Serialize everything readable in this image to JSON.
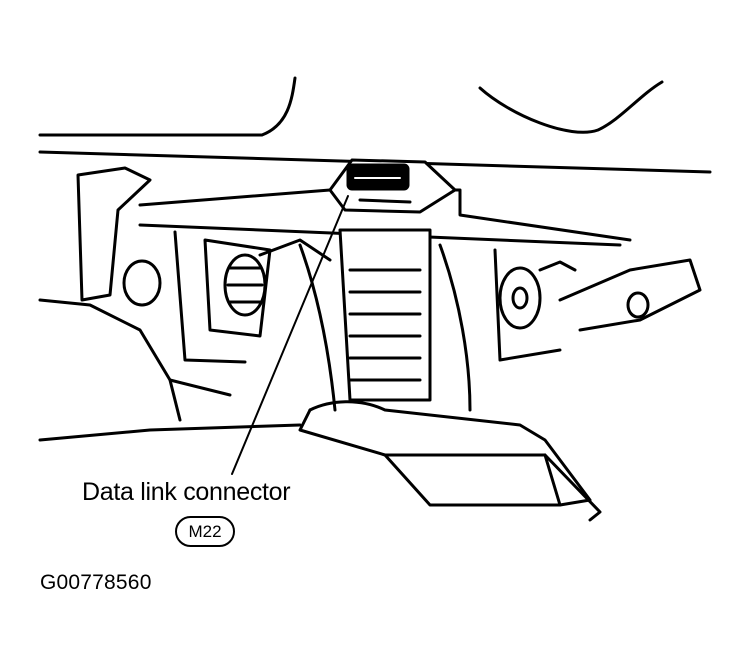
{
  "callout": {
    "label": "Data link connector",
    "code": "M22"
  },
  "figure_id": "G00778560",
  "colors": {
    "ink": "#000000",
    "paper": "#ffffff"
  }
}
